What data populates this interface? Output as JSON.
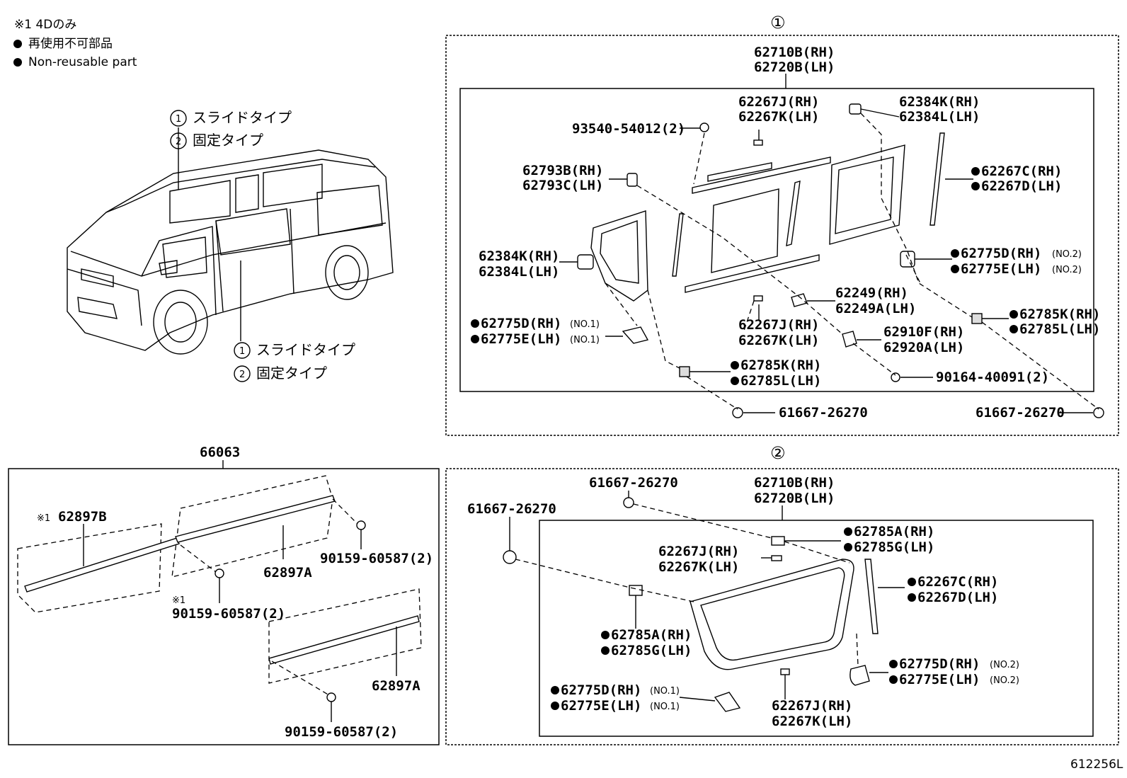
{
  "notes": {
    "note1": "※1 4Dのみ",
    "note2": "再使用不可部品",
    "note3": "Non-reusable part"
  },
  "van": {
    "label_top_1": "スライドタイプ",
    "label_top_2": "固定タイプ",
    "label_bot_1": "スライドタイプ",
    "label_bot_2": "固定タイプ",
    "circle1": "1",
    "circle2": "2"
  },
  "slide": {
    "header": "①",
    "main_rh": "62710B(RH)",
    "main_lh": "62720B(LH)",
    "p_62267j_top": "62267J(RH)",
    "p_62267k_top": "62267K(LH)",
    "p_93540": "93540-54012(2)",
    "p_62384k_r": "62384K(RH)",
    "p_62384l_r": "62384L(LH)",
    "p_62793b": "62793B(RH)",
    "p_62793c": "62793C(LH)",
    "p_62267c": "62267C(RH)",
    "p_62267d": "62267D(LH)",
    "p_62384k_l": "62384K(RH)",
    "p_62384l_l": "62384L(LH)",
    "p_62775d_r": "62775D(RH)",
    "p_62775e_r": "62775E(LH)",
    "no2": "(NO.2)",
    "p_62249": "62249(RH)",
    "p_62249a": "62249A(LH)",
    "p_62785k_r": "62785K(RH)",
    "p_62785l_r": "62785L(LH)",
    "p_62775d_l": "62775D(RH)",
    "p_62775e_l": "62775E(LH)",
    "no1": "(NO.1)",
    "p_62267j_b": "62267J(RH)",
    "p_62267k_b": "62267K(LH)",
    "p_62910f": "62910F(RH)",
    "p_62920a": "62920A(LH)",
    "p_62785k_l": "62785K(RH)",
    "p_62785l_l": "62785L(LH)",
    "p_90164": "90164-40091(2)",
    "p_61667_a": "61667-26270",
    "p_61667_b": "61667-26270"
  },
  "molding": {
    "header": "66063",
    "note_mark": "※1",
    "p_62897b": "62897B",
    "p_90159_a": "90159-60587(2)",
    "p_62897a_a": "62897A",
    "note_mark2": "※1",
    "p_90159_b": "90159-60587(2)",
    "p_62897a_b": "62897A",
    "p_90159_c": "90159-60587(2)"
  },
  "fixed": {
    "header": "②",
    "p_61667_top": "61667-26270",
    "p_61667_left": "61667-26270",
    "main_rh": "62710B(RH)",
    "main_lh": "62720B(LH)",
    "p_62785a_top": "62785A(RH)",
    "p_62785g_top": "62785G(LH)",
    "p_62267j_top": "62267J(RH)",
    "p_62267k_top": "62267K(LH)",
    "p_62267c": "62267C(RH)",
    "p_62267d": "62267D(LH)",
    "p_62785a_l": "62785A(RH)",
    "p_62785g_l": "62785G(LH)",
    "p_62775d_r": "62775D(RH)",
    "p_62775e_r": "62775E(LH)",
    "no2": "(NO.2)",
    "p_62775d_l": "62775D(RH)",
    "p_62775e_l": "62775E(LH)",
    "no1": "(NO.1)",
    "p_62267j_b": "62267J(RH)",
    "p_62267k_b": "62267K(LH)"
  },
  "footer": {
    "code": "612256L"
  }
}
